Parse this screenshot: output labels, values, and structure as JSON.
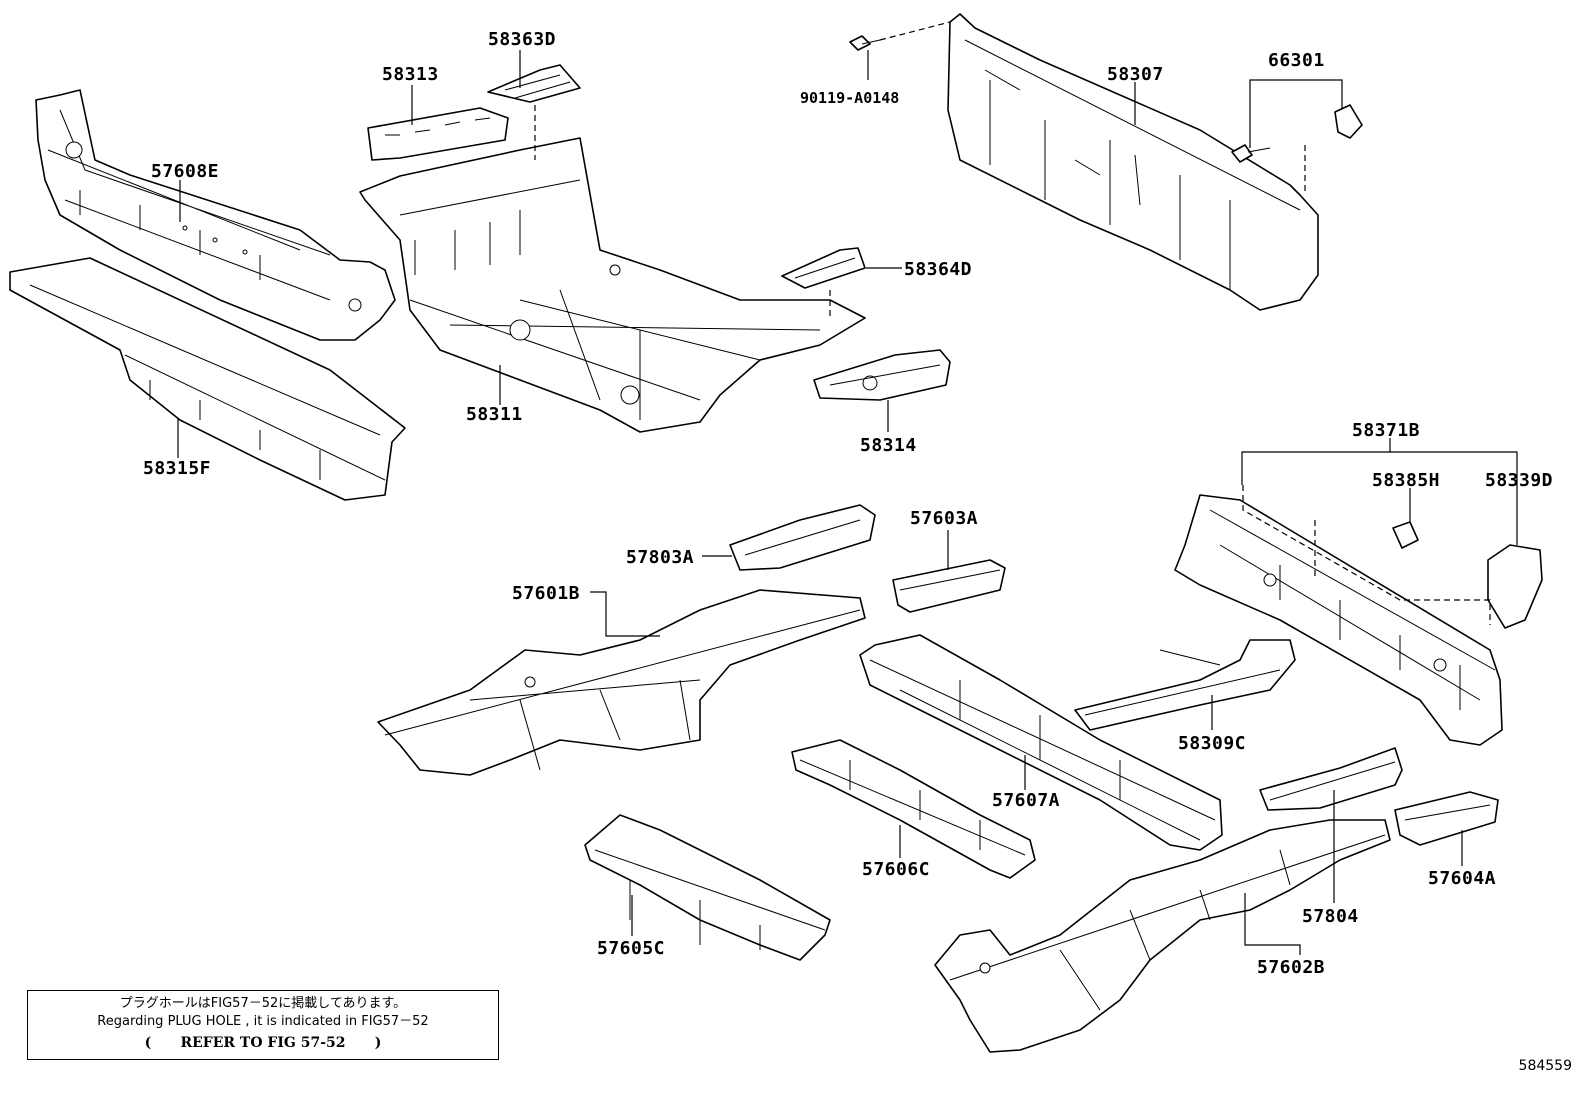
{
  "labels": {
    "p58363D": "58363D",
    "p58313": "58313",
    "p57608E": "57608E",
    "p90119": "90119-A0148",
    "p58307": "58307",
    "p66301": "66301",
    "p58364D": "58364D",
    "p58311": "58311",
    "p58314": "58314",
    "p58315F": "58315F",
    "p58371B": "58371B",
    "p58385H": "58385H",
    "p58339D": "58339D",
    "p57603A": "57603A",
    "p57803A": "57803A",
    "p57601B": "57601B",
    "p58309C": "58309C",
    "p57607A": "57607A",
    "p57606C": "57606C",
    "p57604A": "57604A",
    "p57804": "57804",
    "p57605C": "57605C",
    "p57602B": "57602B"
  },
  "note": {
    "jp": "プラグホールはFIG57－52に掲載してあります。",
    "en": "Regarding PLUG HOLE , it is indicated in FIG57－52",
    "ref": "(      REFER TO FIG 57-52      )"
  },
  "figure_id": "584559"
}
